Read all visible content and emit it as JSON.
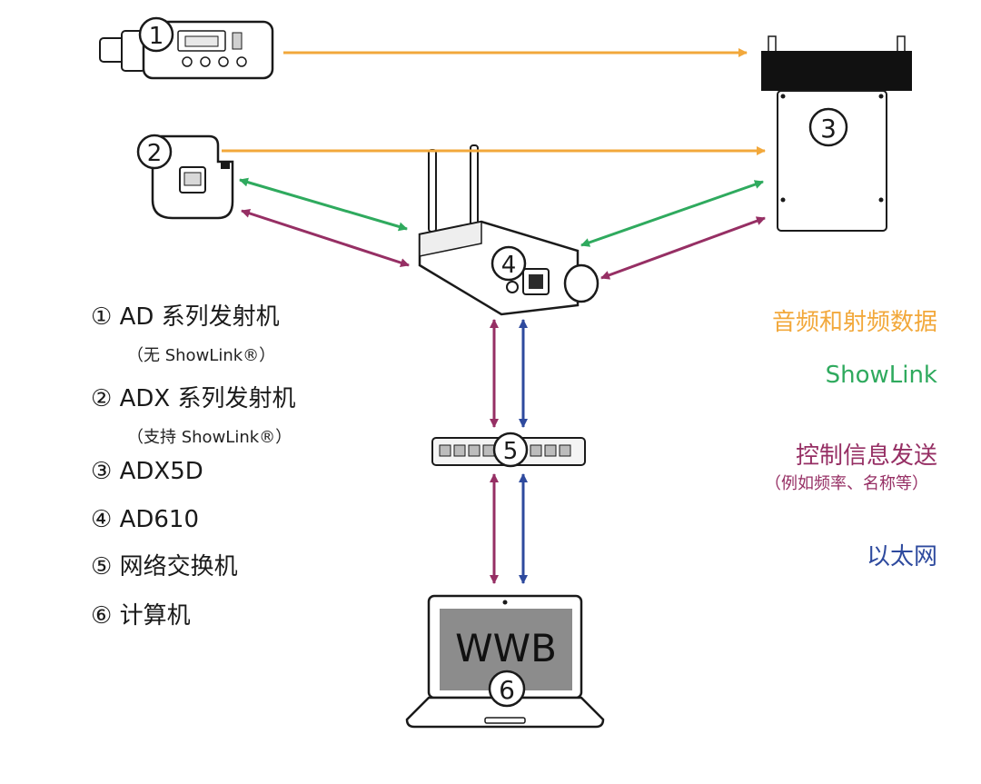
{
  "colors": {
    "audio_rf": "#F2A83B",
    "showlink": "#2FAA5E",
    "control": "#962F64",
    "ethernet": "#2E4A9E",
    "outline": "#1a1a1a"
  },
  "devices": {
    "n1": "1",
    "n2": "2",
    "n3": "3",
    "n4": "4",
    "n5": "5",
    "n6": "6",
    "laptop_screen_text": "WWB"
  },
  "legend": [
    {
      "label": "① AD 系列发射机",
      "sub": "（无 ShowLink®）"
    },
    {
      "label": "② ADX 系列发射机",
      "sub": "（支持 ShowLink®）"
    },
    {
      "label": "③ ADX5D"
    },
    {
      "label": "④ AD610"
    },
    {
      "label": "⑤ 网络交换机"
    },
    {
      "label": "⑥ 计算机"
    }
  ],
  "keys": {
    "audio_rf": "音频和射频数据",
    "showlink": "ShowLink",
    "control": "控制信息发送",
    "control_sub": "（例如频率、名称等）",
    "ethernet": "以太网"
  }
}
